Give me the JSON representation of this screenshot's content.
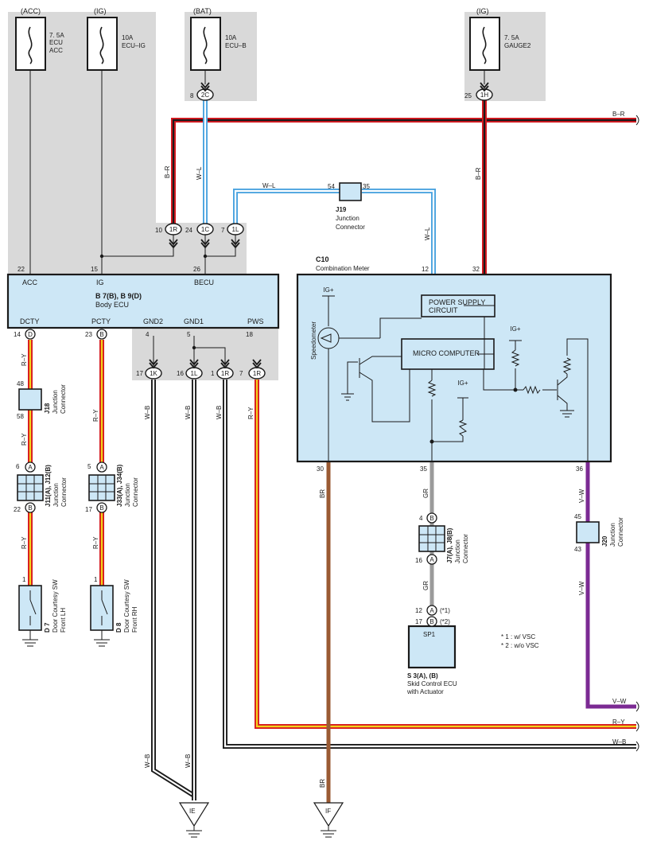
{
  "colors": {
    "panel": "#d9d9d9",
    "ecu_fill": "#cde7f6",
    "red": "#d71920",
    "yellow": "#f2d21a",
    "blue": "#4aa3df",
    "brown": "#9a5a33",
    "gray": "#9b9b9b",
    "purple": "#7b2a93",
    "black": "#1a1a1a"
  },
  "fuses": [
    {
      "source": "(ACC)",
      "rating": "7. 5A",
      "name1": "ECU",
      "name2": "ACC"
    },
    {
      "source": "(IG)",
      "rating": "10A",
      "name1": "ECU–IG",
      "name2": ""
    },
    {
      "source": "(BAT)",
      "rating": "10A",
      "name1": "ECU–B",
      "name2": ""
    },
    {
      "source": "(IG)",
      "rating": "7. 5A",
      "name1": "GAUGE2",
      "name2": ""
    }
  ],
  "connectors": {
    "c2C": "2C",
    "c1H": "1H",
    "c1R_top": "1R",
    "c1C": "1C",
    "c1L_top": "1L",
    "c1K": "1K",
    "c1L_bot": "1L",
    "c1R_mid": "1R",
    "c1R_pws": "1R",
    "pD": "D",
    "pB1": "B",
    "pA1": "A",
    "pB2": "B",
    "pA2": "A",
    "pB3": "B",
    "pB4": "B",
    "pA4": "A",
    "pA5": "A",
    "pB5": "B"
  },
  "pins": {
    "p8": "8",
    "p25": "25",
    "p10": "10",
    "p24": "24",
    "p7": "7",
    "p22": "22",
    "p15": "15",
    "p26": "26",
    "p54": "54",
    "p35j": "35",
    "p12": "12",
    "p32": "32",
    "p14": "14",
    "p23": "23",
    "p4": "4",
    "p5": "5",
    "p18": "18",
    "p17a": "17",
    "p16a": "16",
    "p1a": "1",
    "p7b": "7",
    "p48": "48",
    "p58": "58",
    "p6": "6",
    "p22b": "22",
    "p1d7": "1",
    "p5b": "5",
    "p17b": "17",
    "p1d8": "1",
    "p30": "30",
    "p35c": "35",
    "p36": "36",
    "p4j": "4",
    "p16j": "16",
    "p45": "45",
    "p43": "43",
    "p12s": "12",
    "p17s": "17"
  },
  "wires": {
    "B_R_top": "B–R",
    "B_R_left": "B–R",
    "W_L_left": "W–L",
    "W_L_top": "W–L",
    "W_L_mid": "W–L",
    "B_R_right": "B–R",
    "R_Y_1": "R–Y",
    "R_Y_2": "R–Y",
    "R_Y_3": "R–Y",
    "R_Y_4": "R–Y",
    "R_Y_5": "R–Y",
    "R_Y_6": "R–Y",
    "W_B_1": "W–B",
    "W_B_2": "W–B",
    "W_B_3": "W–B",
    "W_B_4": "W–B",
    "W_B_5": "W–B",
    "BR_1": "BR",
    "BR_2": "BR",
    "GR_1": "GR",
    "GR_2": "GR",
    "V_W_1": "V–W",
    "V_W_2": "V–W",
    "V_W_right": "V–W",
    "R_Y_right": "R–Y",
    "W_B_right": "W–B"
  },
  "body_ecu": {
    "code": "B 7(B), B 9(D)",
    "name": "Body ECU",
    "acc": "ACC",
    "ig": "IG",
    "becu": "BECU",
    "dcty": "DCTY",
    "pcty": "PCTY",
    "gnd2": "GND2",
    "gnd1": "GND1",
    "pws": "PWS"
  },
  "combination_meter": {
    "code": "C10",
    "name": "Combination Meter",
    "power_supply_1": "POWER SUPPLY",
    "power_supply_2": "CIRCUIT",
    "micro_computer": "MICRO COMPUTER",
    "speedometer": "Speedometer",
    "ig_plus": "IG+"
  },
  "junctions": {
    "j19_code": "J19",
    "j19_name1": "Junction",
    "j19_name2": "Connector",
    "j18_code": "J18",
    "j18_name1": "Junction",
    "j18_name2": "Connector",
    "j11_code": "J11(A), J12(B)",
    "j11_name1": "Junction",
    "j11_name2": "Connector",
    "j33_code": "J33(A), J34(B)",
    "j33_name1": "Junction",
    "j33_name2": "Connector",
    "j7_code": "J7(A), J8(B)",
    "j7_name1": "Junction",
    "j7_name2": "Connector",
    "j20_code": "J20",
    "j20_name1": "Junction",
    "j20_name2": "Connector"
  },
  "switches": {
    "d7_code": "D 7",
    "d7_name1": "Door Courtesy SW",
    "d7_name2": "Front LH",
    "d8_code": "D 8",
    "d8_name1": "Door Courtesy SW",
    "d8_name2": "Front RH"
  },
  "skid": {
    "sp1": "SP1",
    "code": "S 3(A), (B)",
    "name1": "Skid Control ECU",
    "name2": "with Actuator",
    "note12": "(*1)",
    "note17": "(*2)"
  },
  "notes": {
    "n1": "* 1 : w/ VSC",
    "n2": "* 2 : w/o VSC"
  },
  "grounds": {
    "ie": "IE",
    "if": "IF"
  }
}
